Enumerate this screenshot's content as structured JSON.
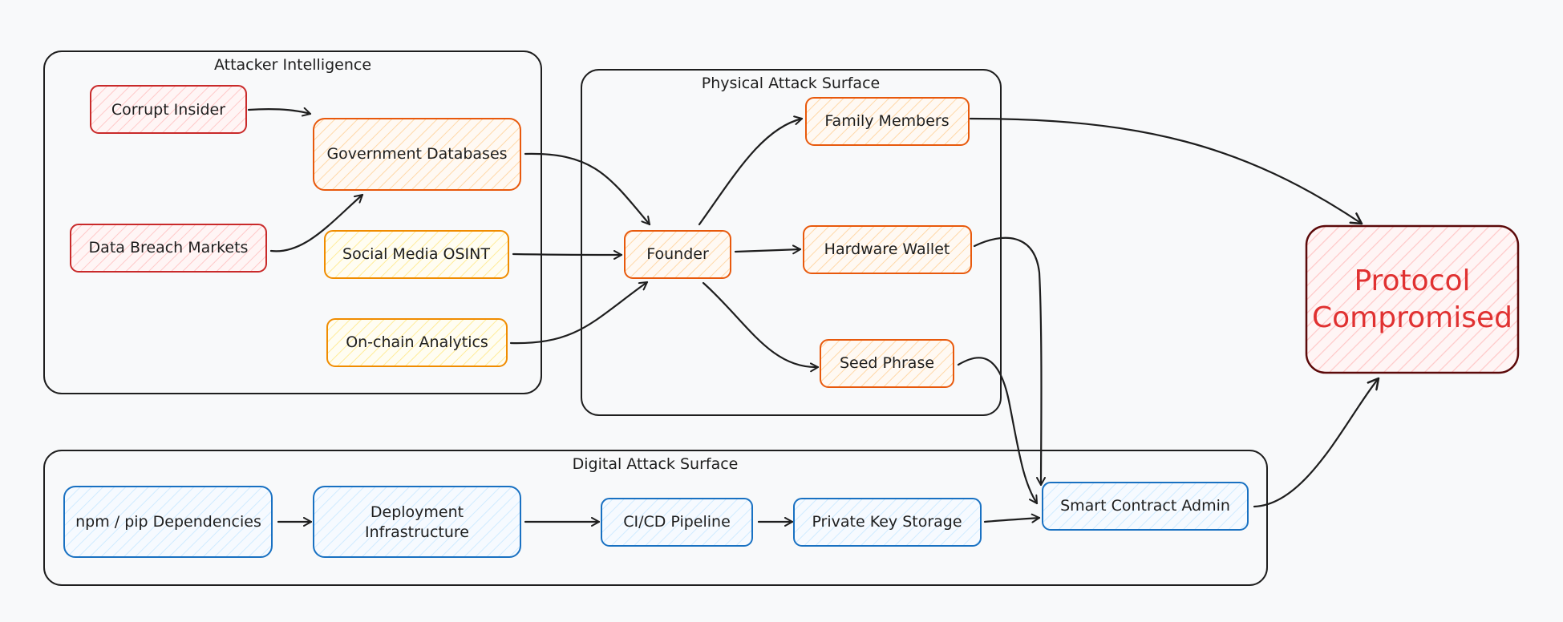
{
  "groups": {
    "attacker": {
      "title": "Attacker Intelligence"
    },
    "physical": {
      "title": "Physical Attack Surface"
    },
    "digital": {
      "title": "Digital Attack Surface"
    }
  },
  "nodes": {
    "corrupt_insider": {
      "label": "Corrupt Insider"
    },
    "data_breach": {
      "label": "Data Breach Markets"
    },
    "government_db": {
      "label": "Government Databases"
    },
    "social_osint": {
      "label": "Social Media OSINT"
    },
    "onchain": {
      "label": "On-chain Analytics"
    },
    "founder": {
      "label": "Founder"
    },
    "family": {
      "label": "Family Members"
    },
    "hw_wallet": {
      "label": "Hardware Wallet"
    },
    "seed": {
      "label": "Seed Phrase"
    },
    "npm": {
      "label": "npm / pip Dependencies"
    },
    "deploy": {
      "label_line1": "Deployment",
      "label_line2": "Infrastructure"
    },
    "cicd": {
      "label": "CI/CD Pipeline"
    },
    "pks": {
      "label": "Private Key Storage"
    },
    "sca": {
      "label": "Smart Contract Admin"
    },
    "protocol": {
      "label_line1": "Protocol",
      "label_line2": "Compromised"
    }
  },
  "colors": {
    "red_stroke": "#c92a2a",
    "orange_stroke": "#e8590c",
    "yellow_stroke": "#f08c00",
    "blue_stroke": "#1971c2",
    "final_stroke": "#5c0a0a",
    "final_text": "#e03131",
    "edge": "#1e1e1e"
  }
}
